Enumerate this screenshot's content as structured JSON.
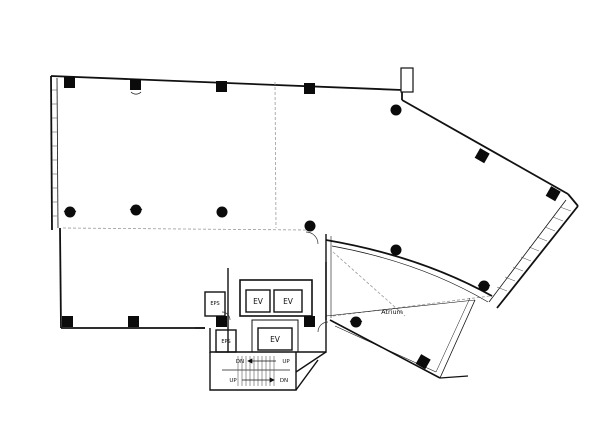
{
  "labels": {
    "ev1": "EV",
    "ev2": "EV",
    "ev3": "EV",
    "eps1": "EPS",
    "eps2": "EPS",
    "atrium": "Atrium",
    "dn_top": "DN",
    "up_top": "UP",
    "up_bottom": "UP",
    "dn_bottom": "DN"
  },
  "colors": {
    "wall": "#111111",
    "dashed": "#9a9a9a",
    "column": "#0b0b0b",
    "background": "#ffffff"
  }
}
